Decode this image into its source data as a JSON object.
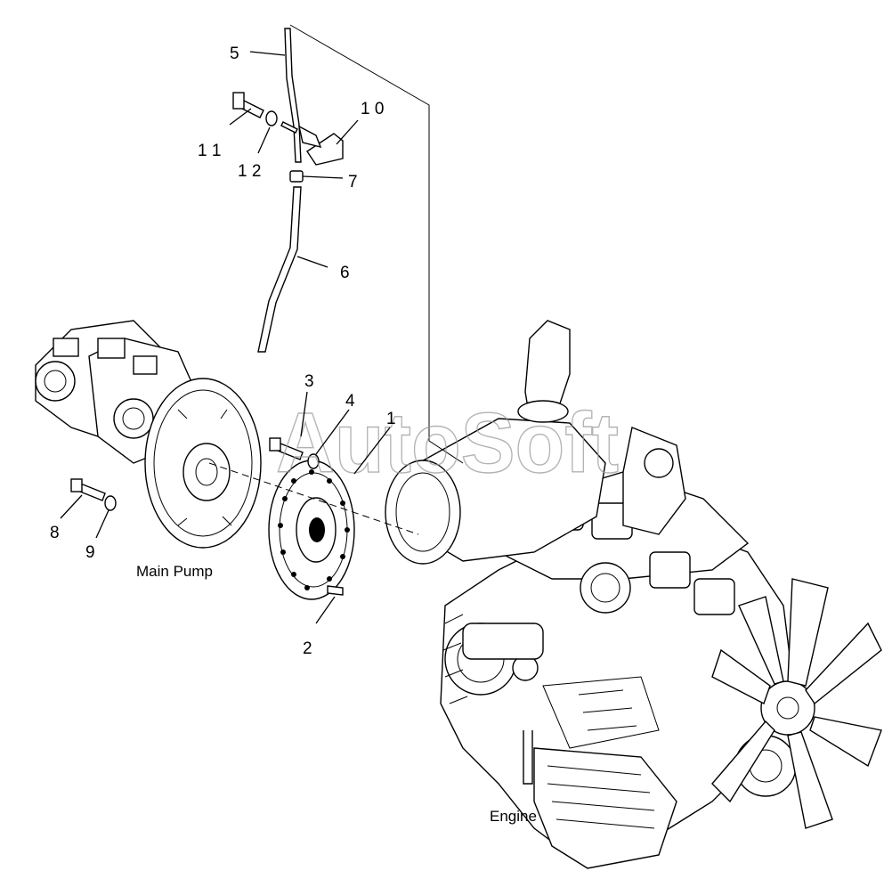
{
  "watermark": "AutoSoft",
  "captions": {
    "main_pump": "Main Pump",
    "engine": "Engine"
  },
  "callouts": {
    "c1": "1",
    "c2": "2",
    "c3": "3",
    "c4": "4",
    "c5": "5",
    "c6": "6",
    "c7": "7",
    "c8": "8",
    "c9": "9",
    "c10": "1 0",
    "c11": "1 1",
    "c12": "1 2"
  }
}
